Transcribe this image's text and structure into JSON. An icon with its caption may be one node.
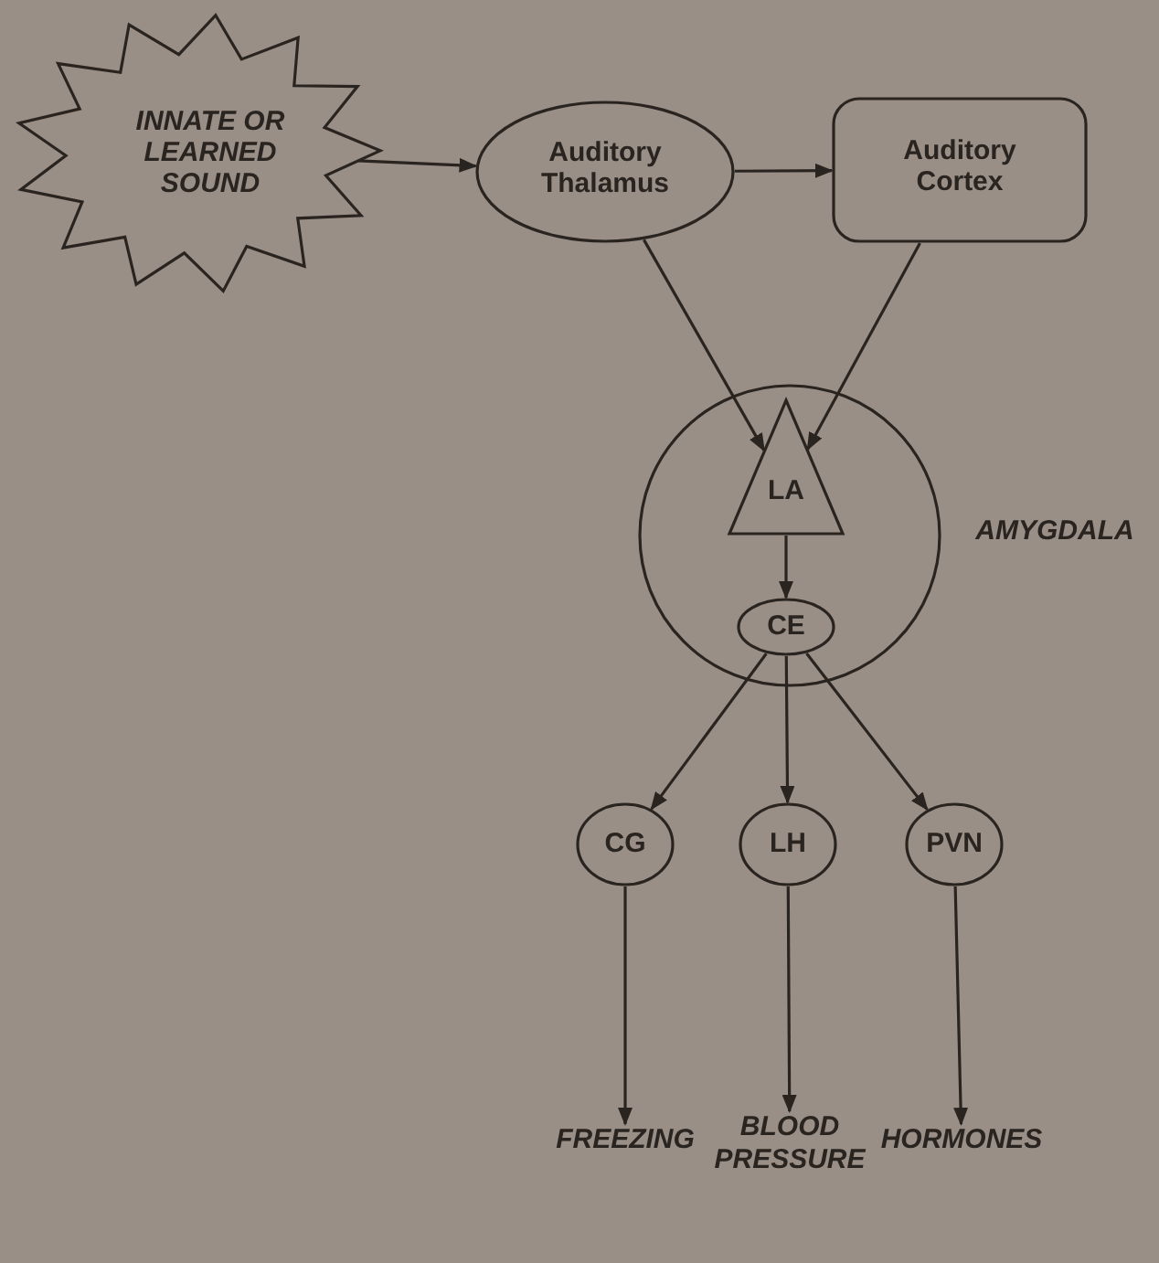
{
  "diagram": {
    "nodes": [
      {
        "text": [
          "INNATE OR LEARNED SOUND"
        ]
      },
      {
        "text": [
          "Auditory Thalamus"
        ]
      },
      {
        "text": [
          "Auditory Cortex"
        ]
      },
      {
        "text": [
          "AMYGDALA"
        ]
      },
      {
        "text": [
          "LA"
        ],
        "in": 3
      },
      {
        "text": [
          "CE"
        ],
        "in": 3
      },
      {
        "text": [
          "CG"
        ]
      },
      {
        "text": [
          "LH"
        ]
      },
      {
        "text": [
          "PVN"
        ]
      },
      {
        "text": [
          "FREEZING"
        ]
      },
      {
        "text": [
          "BLOOD PRESSURE"
        ]
      },
      {
        "text": [
          "HORMONES"
        ]
      }
    ],
    "edges": [
      {
        "from": 0,
        "to": 1,
        "arrow": "to"
      },
      {
        "from": 1,
        "to": 2,
        "arrow": "to"
      },
      {
        "from": 1,
        "to": 4,
        "arrow": "to"
      },
      {
        "from": 2,
        "to": 4,
        "arrow": "to"
      },
      {
        "from": 4,
        "to": 5,
        "arrow": "to"
      },
      {
        "from": 5,
        "to": 6,
        "arrow": "to"
      },
      {
        "from": 5,
        "to": 7,
        "arrow": "to"
      },
      {
        "from": 5,
        "to": 8,
        "arrow": "to"
      },
      {
        "from": 6,
        "to": 9,
        "arrow": "to"
      },
      {
        "from": 7,
        "to": 10,
        "arrow": "to"
      },
      {
        "from": 8,
        "to": 11,
        "arrow": "to"
      }
    ]
  }
}
